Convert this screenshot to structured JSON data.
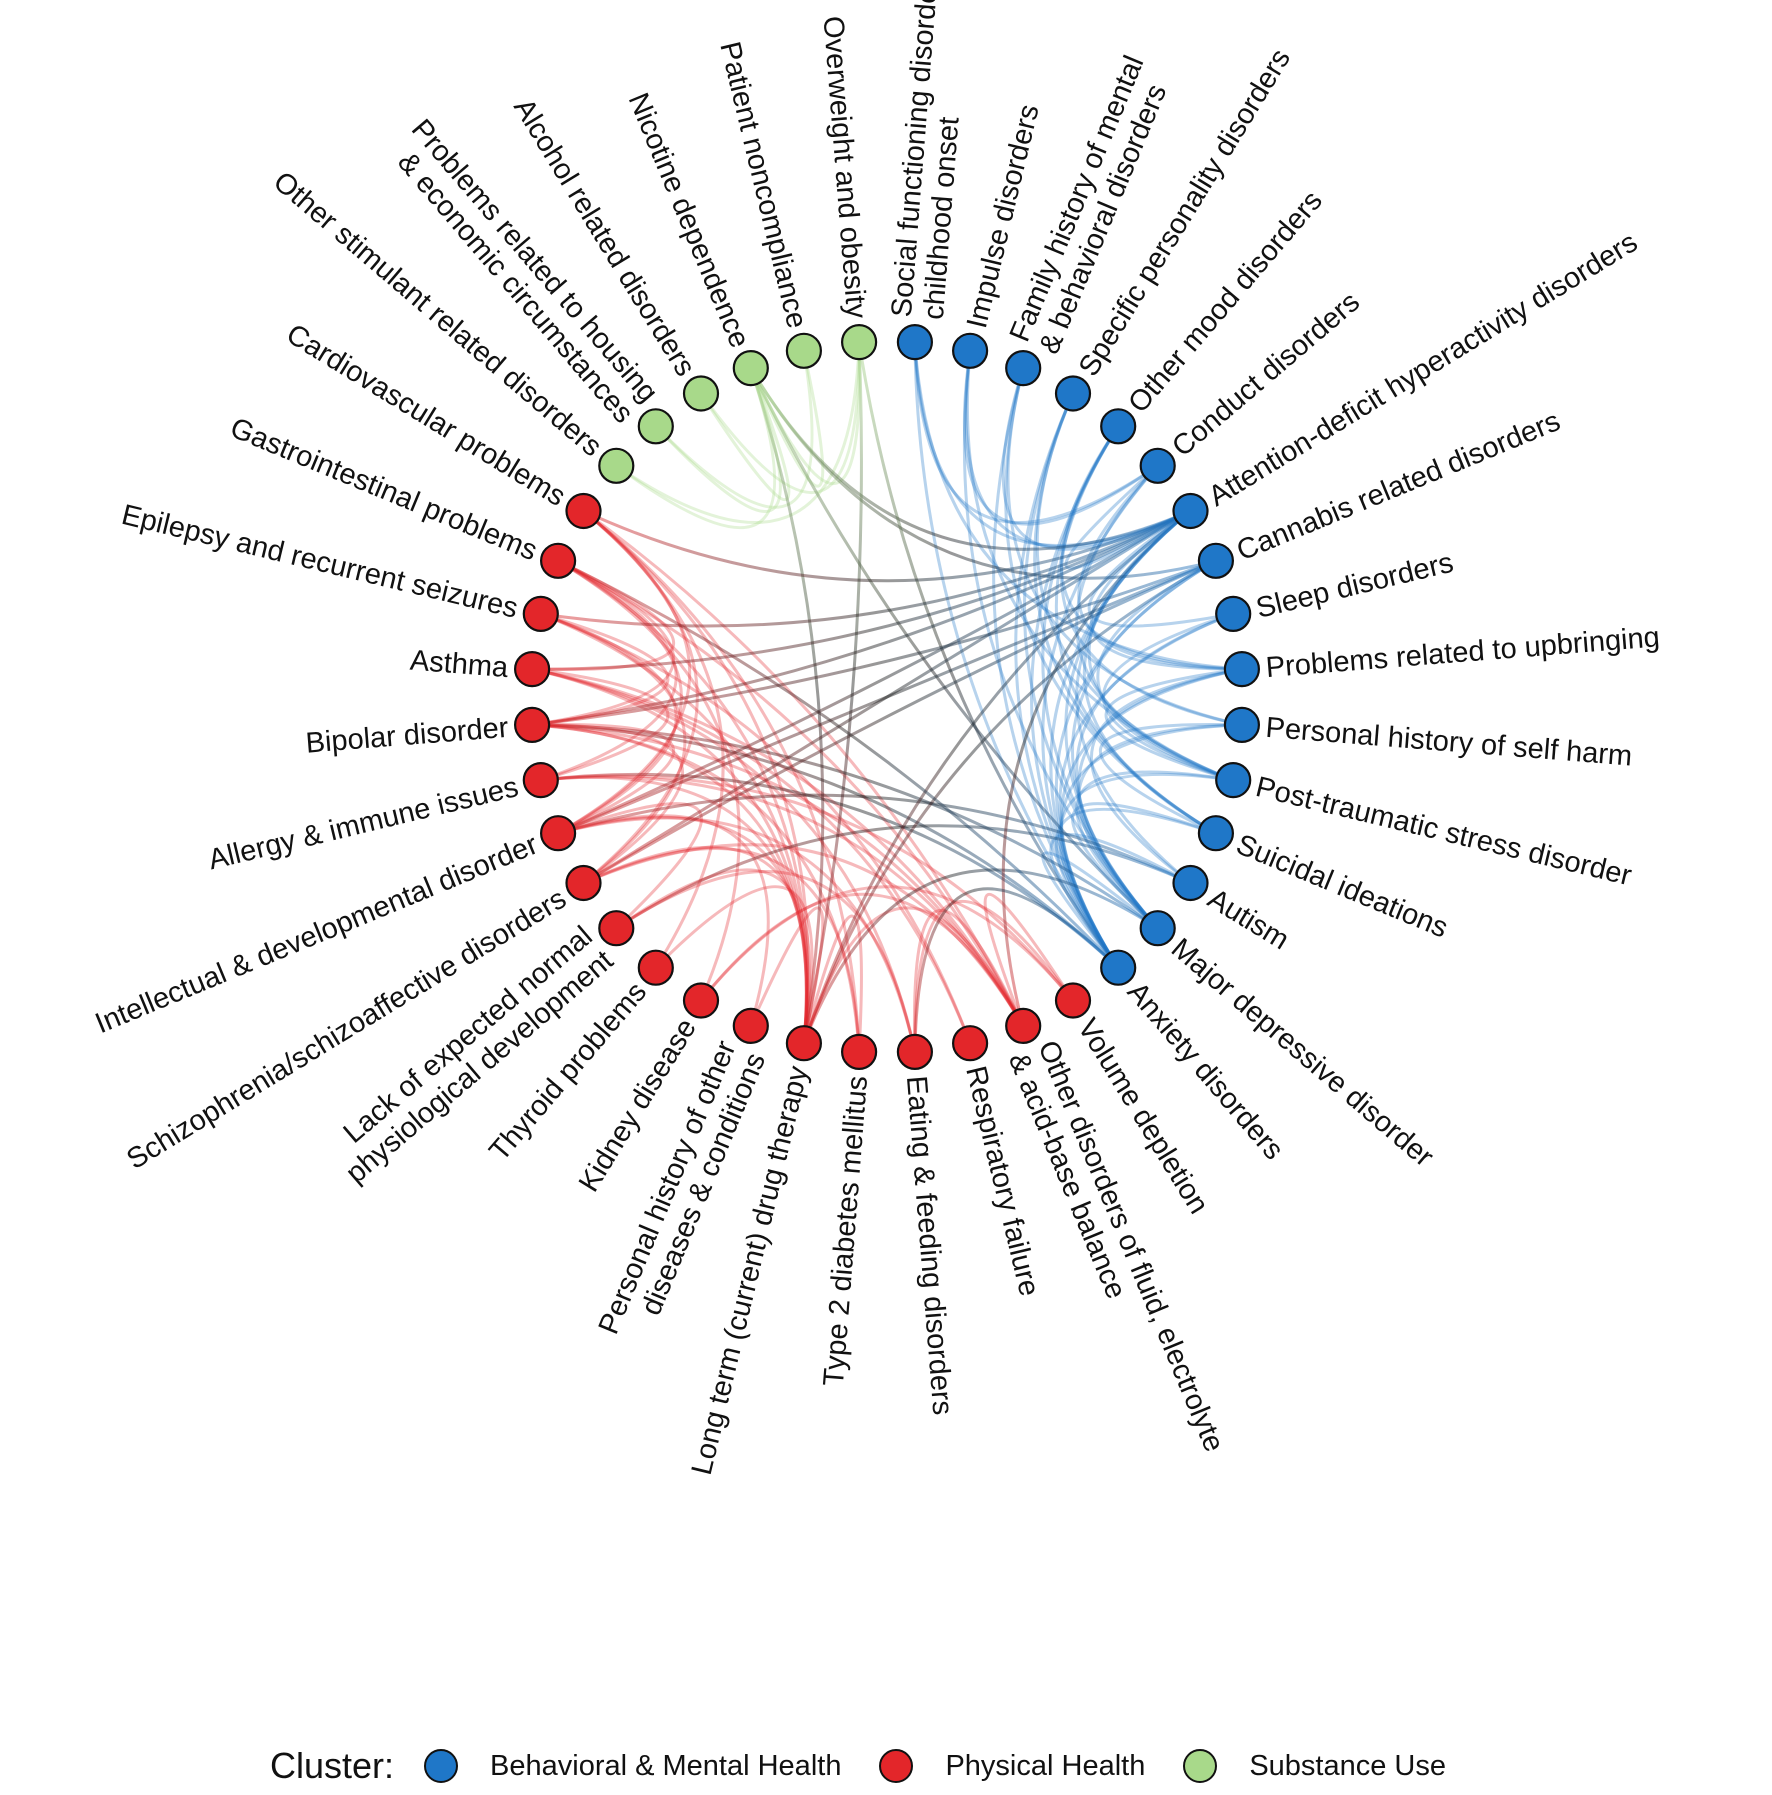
{
  "colors": {
    "behavioral": "#1f77c8",
    "physical": "#e3262a",
    "substance": "#a8d98a",
    "bridge": "#1a1a1a"
  },
  "legend": {
    "title": "Cluster:",
    "items": [
      {
        "cluster": "behavioral",
        "label": "Behavioral & Mental Health"
      },
      {
        "cluster": "physical",
        "label": "Physical Health"
      },
      {
        "cluster": "substance",
        "label": "Substance Use"
      }
    ]
  },
  "nodes": [
    {
      "id": "social-functioning",
      "lines": [
        "Social functioning disorders,",
        "childhood onset"
      ],
      "cluster": "behavioral"
    },
    {
      "id": "impulse",
      "lines": [
        "Impulse disorders"
      ],
      "cluster": "behavioral"
    },
    {
      "id": "family-history",
      "lines": [
        "Family history of mental",
        "& behavioral disorders"
      ],
      "cluster": "behavioral"
    },
    {
      "id": "personality",
      "lines": [
        "Specific personality disorders"
      ],
      "cluster": "behavioral"
    },
    {
      "id": "other-mood",
      "lines": [
        "Other mood disorders"
      ],
      "cluster": "behavioral"
    },
    {
      "id": "conduct",
      "lines": [
        "Conduct disorders"
      ],
      "cluster": "behavioral"
    },
    {
      "id": "adhd",
      "lines": [
        "Attention-deficit hyperactivity disorders"
      ],
      "cluster": "behavioral"
    },
    {
      "id": "cannabis",
      "lines": [
        "Cannabis related disorders"
      ],
      "cluster": "behavioral"
    },
    {
      "id": "sleep",
      "lines": [
        "Sleep disorders"
      ],
      "cluster": "behavioral"
    },
    {
      "id": "upbringing",
      "lines": [
        "Problems related to upbringing"
      ],
      "cluster": "behavioral"
    },
    {
      "id": "self-harm",
      "lines": [
        "Personal history of self harm"
      ],
      "cluster": "behavioral"
    },
    {
      "id": "ptsd",
      "lines": [
        "Post-traumatic stress disorder"
      ],
      "cluster": "behavioral"
    },
    {
      "id": "suicidal",
      "lines": [
        "Suicidal ideations"
      ],
      "cluster": "behavioral"
    },
    {
      "id": "autism",
      "lines": [
        "Autism"
      ],
      "cluster": "behavioral"
    },
    {
      "id": "major-depressive",
      "lines": [
        "Major depressive disorder"
      ],
      "cluster": "behavioral"
    },
    {
      "id": "anxiety",
      "lines": [
        "Anxiety disorders"
      ],
      "cluster": "behavioral"
    },
    {
      "id": "volume-depletion",
      "lines": [
        "Volume depletion"
      ],
      "cluster": "physical"
    },
    {
      "id": "fluid-electrolyte",
      "lines": [
        "Other disorders of fluid, electrolyte",
        "& acid-base balance"
      ],
      "cluster": "physical"
    },
    {
      "id": "respiratory",
      "lines": [
        "Respiratory failure"
      ],
      "cluster": "physical"
    },
    {
      "id": "eating",
      "lines": [
        "Eating & feeding disorders"
      ],
      "cluster": "physical"
    },
    {
      "id": "diabetes",
      "lines": [
        "Type 2 diabetes mellitus"
      ],
      "cluster": "physical"
    },
    {
      "id": "long-term-drug",
      "lines": [
        "Long term (current) drug therapy"
      ],
      "cluster": "physical"
    },
    {
      "id": "personal-history",
      "lines": [
        "Personal history of other",
        "diseases & conditions"
      ],
      "cluster": "physical"
    },
    {
      "id": "kidney",
      "lines": [
        "Kidney disease"
      ],
      "cluster": "physical"
    },
    {
      "id": "thyroid",
      "lines": [
        "Thyroid problems"
      ],
      "cluster": "physical"
    },
    {
      "id": "lack-development",
      "lines": [
        "Lack of expected normal",
        "physiological development"
      ],
      "cluster": "physical"
    },
    {
      "id": "schizophrenia",
      "lines": [
        "Schizophrenia/schizoaffective disorders"
      ],
      "cluster": "physical"
    },
    {
      "id": "intellectual",
      "lines": [
        "Intellectual & developmental disorder"
      ],
      "cluster": "physical"
    },
    {
      "id": "allergy",
      "lines": [
        "Allergy & immune issues"
      ],
      "cluster": "physical"
    },
    {
      "id": "bipolar",
      "lines": [
        "Bipolar disorder"
      ],
      "cluster": "physical"
    },
    {
      "id": "asthma",
      "lines": [
        "Asthma"
      ],
      "cluster": "physical"
    },
    {
      "id": "epilepsy",
      "lines": [
        "Epilepsy and recurrent seizures"
      ],
      "cluster": "physical"
    },
    {
      "id": "gastrointestinal",
      "lines": [
        "Gastrointestinal problems"
      ],
      "cluster": "physical"
    },
    {
      "id": "cardiovascular",
      "lines": [
        "Cardiovascular problems"
      ],
      "cluster": "physical"
    },
    {
      "id": "other-stimulant",
      "lines": [
        "Other stimulant related disorders"
      ],
      "cluster": "substance"
    },
    {
      "id": "housing",
      "lines": [
        "Problems related to housing",
        "& economic circumstances"
      ],
      "cluster": "substance"
    },
    {
      "id": "alcohol",
      "lines": [
        "Alcohol related disorders"
      ],
      "cluster": "substance"
    },
    {
      "id": "nicotine",
      "lines": [
        "Nicotine dependence"
      ],
      "cluster": "substance"
    },
    {
      "id": "noncompliance",
      "lines": [
        "Patient noncompliance"
      ],
      "cluster": "substance"
    },
    {
      "id": "obesity",
      "lines": [
        "Overweight and obesity"
      ],
      "cluster": "substance"
    }
  ],
  "edges": [
    [
      "social-functioning",
      "adhd"
    ],
    [
      "social-functioning",
      "conduct"
    ],
    [
      "social-functioning",
      "anxiety"
    ],
    [
      "social-functioning",
      "upbringing"
    ],
    [
      "impulse",
      "adhd"
    ],
    [
      "impulse",
      "ptsd"
    ],
    [
      "impulse",
      "major-depressive"
    ],
    [
      "impulse",
      "conduct"
    ],
    [
      "family-history",
      "adhd"
    ],
    [
      "family-history",
      "anxiety"
    ],
    [
      "family-history",
      "self-harm"
    ],
    [
      "family-history",
      "suicidal"
    ],
    [
      "personality",
      "anxiety"
    ],
    [
      "personality",
      "major-depressive"
    ],
    [
      "personality",
      "suicidal"
    ],
    [
      "personality",
      "ptsd"
    ],
    [
      "other-mood",
      "anxiety"
    ],
    [
      "other-mood",
      "major-depressive"
    ],
    [
      "other-mood",
      "suicidal"
    ],
    [
      "other-mood",
      "self-harm"
    ],
    [
      "other-mood",
      "upbringing"
    ],
    [
      "conduct",
      "adhd"
    ],
    [
      "conduct",
      "anxiety"
    ],
    [
      "conduct",
      "upbringing"
    ],
    [
      "conduct",
      "ptsd"
    ],
    [
      "adhd",
      "anxiety"
    ],
    [
      "adhd",
      "major-depressive"
    ],
    [
      "adhd",
      "autism"
    ],
    [
      "adhd",
      "sleep"
    ],
    [
      "adhd",
      "upbringing"
    ],
    [
      "adhd",
      "ptsd"
    ],
    [
      "adhd",
      "suicidal"
    ],
    [
      "cannabis",
      "anxiety"
    ],
    [
      "cannabis",
      "major-depressive"
    ],
    [
      "cannabis",
      "ptsd"
    ],
    [
      "sleep",
      "anxiety"
    ],
    [
      "sleep",
      "major-depressive"
    ],
    [
      "sleep",
      "ptsd"
    ],
    [
      "upbringing",
      "anxiety"
    ],
    [
      "upbringing",
      "major-depressive"
    ],
    [
      "upbringing",
      "ptsd"
    ],
    [
      "upbringing",
      "autism"
    ],
    [
      "self-harm",
      "suicidal"
    ],
    [
      "self-harm",
      "anxiety"
    ],
    [
      "self-harm",
      "major-depressive"
    ],
    [
      "ptsd",
      "anxiety"
    ],
    [
      "ptsd",
      "major-depressive"
    ],
    [
      "suicidal",
      "major-depressive"
    ],
    [
      "suicidal",
      "anxiety"
    ],
    [
      "autism",
      "anxiety"
    ],
    [
      "major-depressive",
      "anxiety"
    ],
    [
      "gastrointestinal",
      "long-term-drug"
    ],
    [
      "gastrointestinal",
      "fluid-electrolyte"
    ],
    [
      "gastrointestinal",
      "bipolar"
    ],
    [
      "gastrointestinal",
      "asthma"
    ],
    [
      "gastrointestinal",
      "intellectual"
    ],
    [
      "gastrointestinal",
      "kidney"
    ],
    [
      "cardiovascular",
      "long-term-drug"
    ],
    [
      "cardiovascular",
      "fluid-electrolyte"
    ],
    [
      "cardiovascular",
      "intellectual"
    ],
    [
      "cardiovascular",
      "schizophrenia"
    ],
    [
      "cardiovascular",
      "thyroid"
    ],
    [
      "cardiovascular",
      "diabetes"
    ],
    [
      "epilepsy",
      "long-term-drug"
    ],
    [
      "epilepsy",
      "intellectual"
    ],
    [
      "epilepsy",
      "schizophrenia"
    ],
    [
      "epilepsy",
      "bipolar"
    ],
    [
      "epilepsy",
      "respiratory"
    ],
    [
      "asthma",
      "allergy"
    ],
    [
      "asthma",
      "long-term-drug"
    ],
    [
      "asthma",
      "respiratory"
    ],
    [
      "asthma",
      "fluid-electrolyte"
    ],
    [
      "asthma",
      "eating"
    ],
    [
      "bipolar",
      "schizophrenia"
    ],
    [
      "bipolar",
      "long-term-drug"
    ],
    [
      "bipolar",
      "intellectual"
    ],
    [
      "bipolar",
      "fluid-electrolyte"
    ],
    [
      "bipolar",
      "diabetes"
    ],
    [
      "allergy",
      "long-term-drug"
    ],
    [
      "allergy",
      "fluid-electrolyte"
    ],
    [
      "allergy",
      "volume-depletion"
    ],
    [
      "allergy",
      "gastrointestinal"
    ],
    [
      "intellectual",
      "lack-development"
    ],
    [
      "intellectual",
      "long-term-drug"
    ],
    [
      "intellectual",
      "eating"
    ],
    [
      "intellectual",
      "personal-history"
    ],
    [
      "schizophrenia",
      "long-term-drug"
    ],
    [
      "schizophrenia",
      "diabetes"
    ],
    [
      "schizophrenia",
      "fluid-electrolyte"
    ],
    [
      "lack-development",
      "long-term-drug"
    ],
    [
      "lack-development",
      "eating"
    ],
    [
      "thyroid",
      "long-term-drug"
    ],
    [
      "kidney",
      "fluid-electrolyte"
    ],
    [
      "kidney",
      "volume-depletion"
    ],
    [
      "personal-history",
      "long-term-drug"
    ],
    [
      "diabetes",
      "long-term-drug"
    ],
    [
      "eating",
      "fluid-electrolyte"
    ],
    [
      "eating",
      "volume-depletion"
    ],
    [
      "fluid-electrolyte",
      "volume-depletion"
    ],
    [
      "long-term-drug",
      "fluid-electrolyte"
    ],
    [
      "other-stimulant",
      "nicotine"
    ],
    [
      "other-stimulant",
      "obesity"
    ],
    [
      "housing",
      "nicotine"
    ],
    [
      "housing",
      "noncompliance"
    ],
    [
      "alcohol",
      "nicotine"
    ],
    [
      "alcohol",
      "obesity"
    ],
    [
      "noncompliance",
      "nicotine"
    ],
    [
      "obesity",
      "nicotine"
    ],
    [
      "nicotine",
      "adhd"
    ],
    [
      "nicotine",
      "major-depressive"
    ],
    [
      "nicotine",
      "cannabis"
    ],
    [
      "nicotine",
      "long-term-drug"
    ],
    [
      "obesity",
      "long-term-drug"
    ],
    [
      "obesity",
      "anxiety"
    ],
    [
      "bipolar",
      "adhd"
    ],
    [
      "bipolar",
      "cannabis"
    ],
    [
      "bipolar",
      "major-depressive"
    ],
    [
      "bipolar",
      "anxiety"
    ],
    [
      "intellectual",
      "adhd"
    ],
    [
      "intellectual",
      "autism"
    ],
    [
      "intellectual",
      "cannabis"
    ],
    [
      "schizophrenia",
      "cannabis"
    ],
    [
      "schizophrenia",
      "adhd"
    ],
    [
      "asthma",
      "adhd"
    ],
    [
      "allergy",
      "anxiety"
    ],
    [
      "epilepsy",
      "adhd"
    ],
    [
      "lack-development",
      "autism"
    ],
    [
      "long-term-drug",
      "adhd"
    ],
    [
      "long-term-drug",
      "major-depressive"
    ],
    [
      "long-term-drug",
      "cannabis"
    ],
    [
      "fluid-electrolyte",
      "adhd"
    ],
    [
      "eating",
      "anxiety"
    ],
    [
      "gastrointestinal",
      "anxiety"
    ],
    [
      "cardiovascular",
      "adhd"
    ]
  ]
}
